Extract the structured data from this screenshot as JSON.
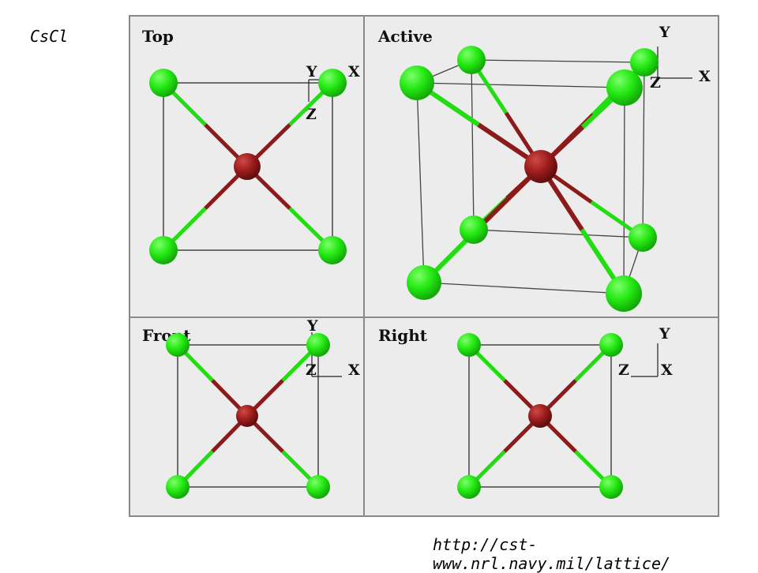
{
  "slide": {
    "title": "CsCl",
    "source": "http://cst-www.nrl.navy.mil/lattice/"
  },
  "viewports": {
    "top": {
      "label": "Top",
      "axes": {
        "x": "X",
        "y": "Y",
        "z": "Z"
      }
    },
    "active": {
      "label": "Active",
      "axes": {
        "x": "X",
        "y": "Y",
        "z": "Z"
      }
    },
    "front": {
      "label": "Front",
      "axes": {
        "x": "X",
        "y": "Y",
        "z": "Z"
      }
    },
    "right": {
      "label": "Right",
      "axes": {
        "x": "X",
        "y": "Y",
        "z": "Z"
      }
    }
  },
  "colors": {
    "viewer_background": "#ececec",
    "panel_border": "#555555",
    "atom_cl": "#22ee11",
    "atom_cs": "#9b1c1c",
    "bond_green": "#22dd11",
    "bond_red": "#8b1a1a",
    "cell_edge": "#444444"
  }
}
